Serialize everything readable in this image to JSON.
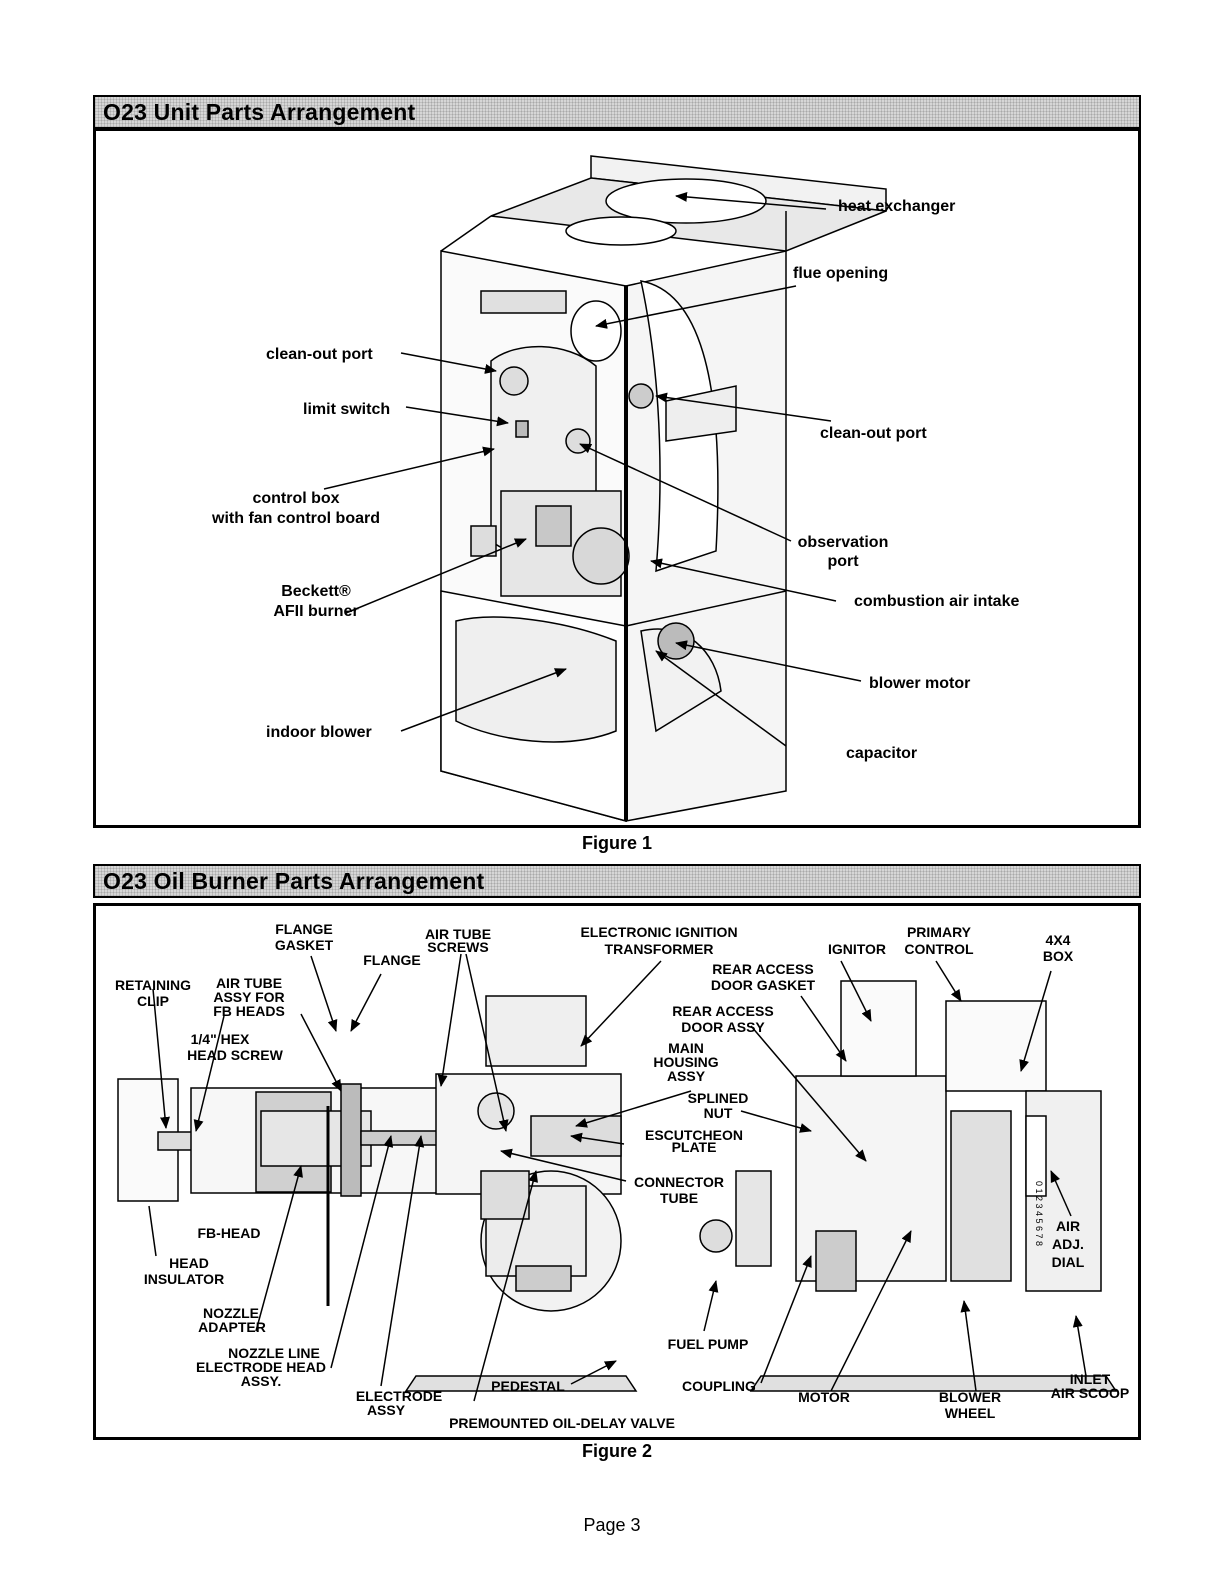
{
  "section1": {
    "title": "O23 Unit Parts Arrangement"
  },
  "figure1": {
    "caption": "Figure 1",
    "labels": {
      "heat_exchanger": "heat exchanger",
      "flue_opening": "flue opening",
      "clean_out_port_left": "clean-out port",
      "limit_switch": "limit switch",
      "clean_out_port_right": "clean-out port",
      "control_box_line1": "control box",
      "control_box_line2": "with fan control board",
      "observation_line1": "observation",
      "observation_line2": "port",
      "beckett_line1": "Beckett®",
      "beckett_line2": "AFII burner",
      "combustion_air_intake": "combustion air intake",
      "blower_motor": "blower motor",
      "indoor_blower": "indoor blower",
      "capacitor": "capacitor"
    }
  },
  "section2": {
    "title": "O23 Oil Burner Parts Arrangement"
  },
  "figure2": {
    "caption": "Figure 2",
    "labels": {
      "flange_gasket_1": "FLANGE",
      "flange_gasket_2": "GASKET",
      "flange": "FLANGE",
      "air_tube_screws_1": "AIR TUBE",
      "air_tube_screws_2": "SCREWS",
      "eit_1": "ELECTRONIC IGNITION",
      "eit_2": "TRANSFORMER",
      "ignitor": "IGNITOR",
      "primary_1": "PRIMARY",
      "primary_2": "CONTROL",
      "box_1": "4X4",
      "box_2": "BOX",
      "retaining_1": "RETAINING",
      "retaining_2": "CLIP",
      "air_tube_assy_1": "AIR TUBE",
      "air_tube_assy_2": "ASSY FOR",
      "air_tube_assy_3": "FB HEADS",
      "hex_1": "1/4\" HEX",
      "hex_2": "HEAD SCREW",
      "rear_gasket_1": "REAR ACCESS",
      "rear_gasket_2": "DOOR GASKET",
      "rear_assy_1": "REAR ACCESS",
      "rear_assy_2": "DOOR ASSY",
      "main_housing_1": "MAIN",
      "main_housing_2": "HOUSING",
      "main_housing_3": "ASSY",
      "splined_1": "SPLINED",
      "splined_2": "NUT",
      "escutcheon_1": "ESCUTCHEON",
      "escutcheon_2": "PLATE",
      "connector_1": "CONNECTOR",
      "connector_2": "TUBE",
      "fb_head": "FB-HEAD",
      "head_insulator_1": "HEAD",
      "head_insulator_2": "INSULATOR",
      "air_adj_1": "AIR",
      "air_adj_2": "ADJ.",
      "air_adj_3": "DIAL",
      "nozzle_adapter_1": "NOZZLE",
      "nozzle_adapter_2": "ADAPTER",
      "fuel_pump": "FUEL PUMP",
      "nozzle_line_1": "NOZZLE LINE",
      "nozzle_line_2": "ELECTRODE HEAD",
      "nozzle_line_3": "ASSY.",
      "coupling": "COUPLING",
      "inlet_1": "INLET",
      "inlet_2": "AIR SCOOP",
      "pedestal": "PEDESTAL",
      "electrode_1": "ELECTRODE",
      "electrode_2": "ASSY",
      "motor": "MOTOR",
      "blower_wheel_1": "BLOWER",
      "blower_wheel_2": "WHEEL",
      "premounted": "PREMOUNTED OIL-DELAY VALVE",
      "dial_marks": "0 1 2 3 4 5 6 7 8"
    }
  },
  "footer": {
    "page": "Page 3"
  }
}
